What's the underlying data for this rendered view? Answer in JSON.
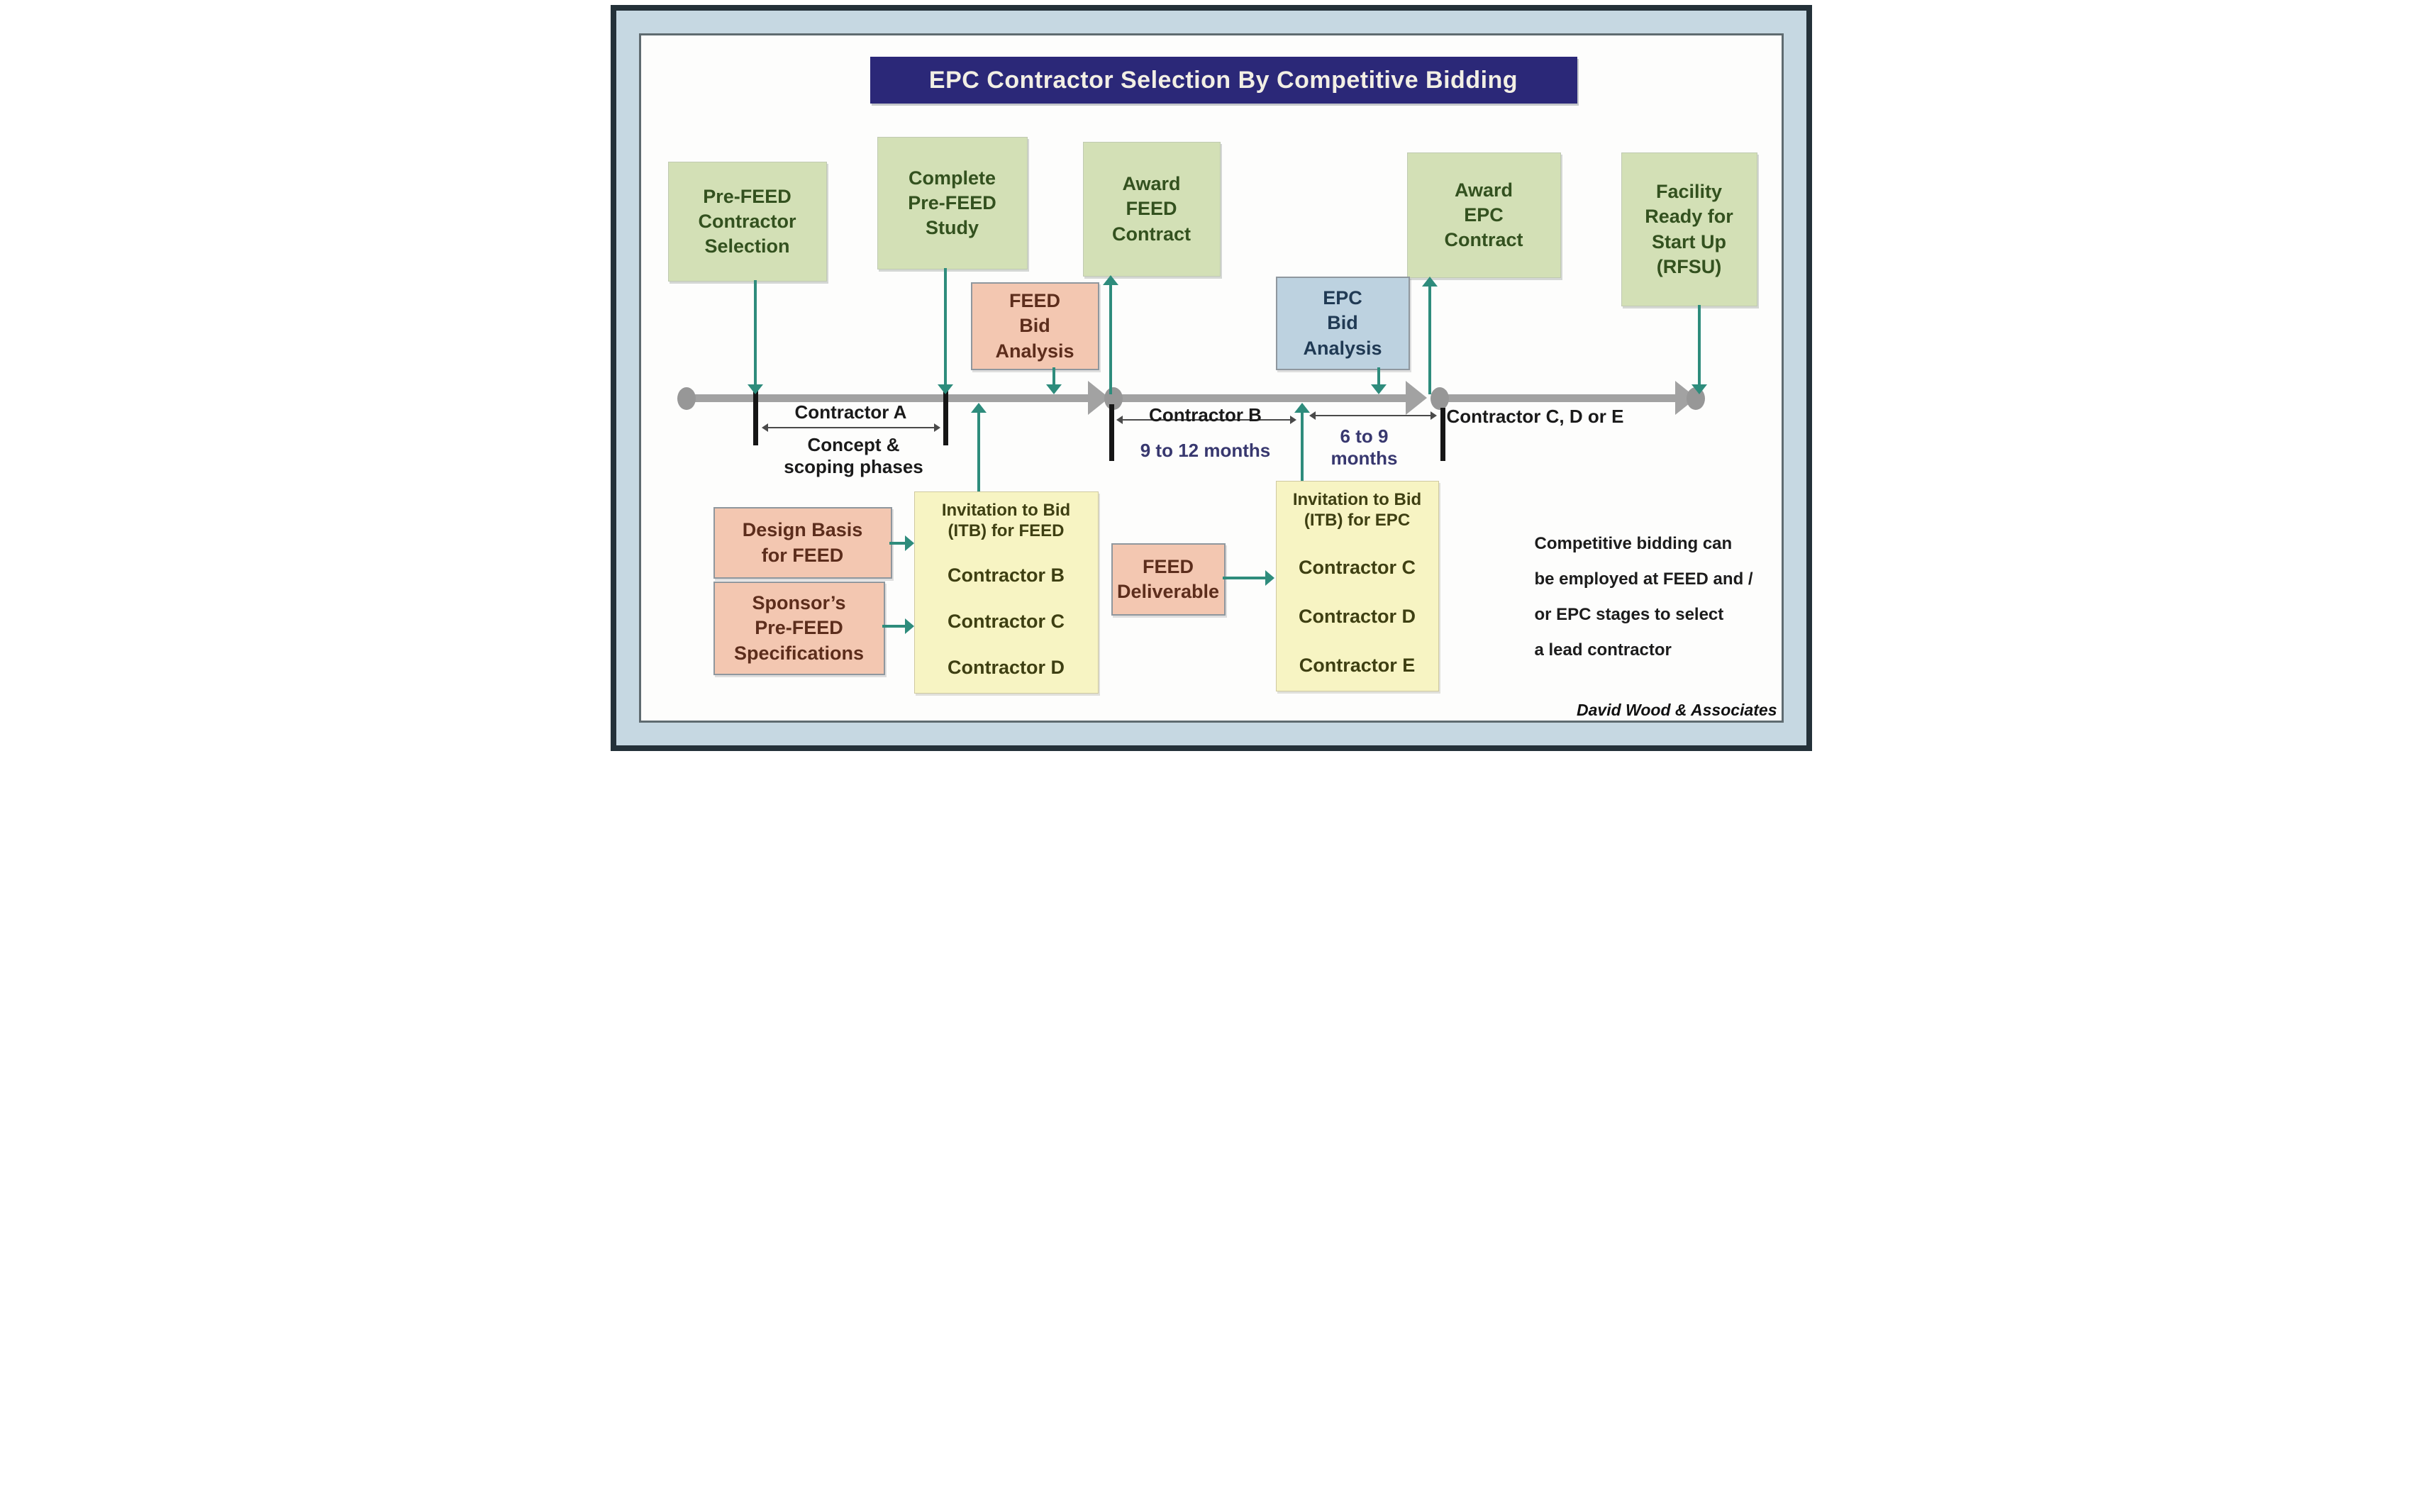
{
  "title": "EPC Contractor Selection By Competitive Bidding",
  "attribution": "David Wood & Associates",
  "note": "Competitive bidding can\nbe employed at FEED and /\nor EPC stages to select\na lead contractor",
  "milestone_boxes": {
    "pre_feed_selection": "Pre-FEED\nContractor\nSelection",
    "complete_pre_feed_study": "Complete\nPre-FEED\nStudy",
    "award_feed_contract": "Award\nFEED\nContract",
    "award_epc_contract": "Award\nEPC\nContract",
    "facility_rfsu": "Facility\nReady for\nStart Up\n(RFSU)"
  },
  "process_boxes": {
    "feed_bid_analysis": "FEED\nBid\nAnalysis",
    "epc_bid_analysis": "EPC\nBid\nAnalysis",
    "design_basis_for_feed": "Design Basis\nfor FEED",
    "sponsors_pre_feed_specifications": "Sponsor’s\nPre-FEED\nSpecifications",
    "feed_deliverable": "FEED\nDeliverable"
  },
  "bid_lists": {
    "itb_feed": {
      "header": "Invitation to Bid\n(ITB) for FEED",
      "items": [
        "Contractor B",
        "Contractor C",
        "Contractor D"
      ]
    },
    "itb_epc": {
      "header": "Invitation to Bid\n(ITB) for EPC",
      "items": [
        "Contractor C",
        "Contractor D",
        "Contractor E"
      ]
    }
  },
  "timeline": {
    "phase1_contractor": "Contractor A",
    "phase1_description": "Concept &\nscoping phases",
    "phase2_contractor": "Contractor B",
    "phase2_duration": "9 to 12 months",
    "phase3_duration": "6 to 9\nmonths",
    "phase3_contractor": "Contractor C, D or E"
  },
  "colors": {
    "title-bg": "#2b2878",
    "title-text": "#f2efe4",
    "green": "#d3e0b6",
    "green-text": "#33511f",
    "pink": "#f3c7b1",
    "pink-text": "#5c2d1c",
    "blue": "#bdd2e0",
    "blue-text": "#203a54",
    "yellow": "#f7f4c3",
    "yellow-text": "#3e3f12",
    "teal": "#2e8c7c",
    "timeline-gray": "#a2a2a2",
    "navy-text": "#38386f",
    "frame-blue": "#c6d8e2",
    "frame-dark": "#243139"
  }
}
